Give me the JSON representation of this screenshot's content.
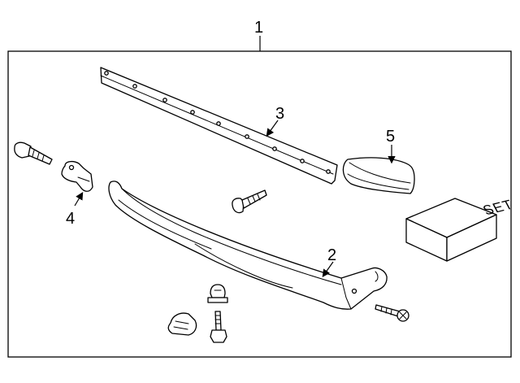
{
  "callouts": {
    "c1": "1",
    "c2": "2",
    "c3": "3",
    "c4": "4",
    "c5": "5"
  },
  "set_box_label": "SET"
}
